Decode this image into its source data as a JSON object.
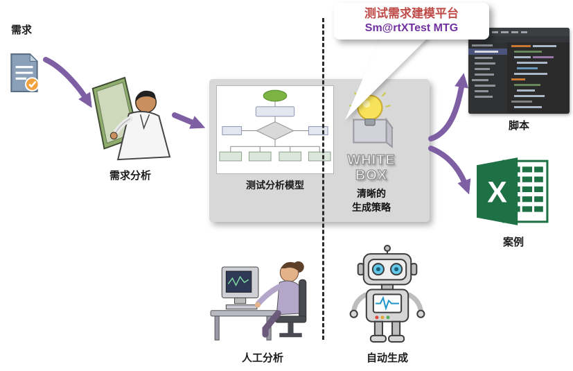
{
  "callout": {
    "title": "测试需求建模平台",
    "subtitle": "Sm@rtXTest MTG"
  },
  "nodes": {
    "requirement_label": "需求",
    "requirement_analysis_label": "需求分析",
    "model_label": "测试分析模型",
    "whitebox_line1": "WHITE",
    "whitebox_line2": "BOX",
    "strategy_line1": "清晰的",
    "strategy_line2": "生成策略",
    "script_label": "脚本",
    "case_label": "案例",
    "manual_label": "人工分析",
    "auto_label": "自动生成"
  },
  "excel": {
    "letter": "X"
  },
  "colors": {
    "arrow_purple": "#7E5FA4",
    "title_red": "#BE4B48",
    "subtitle_purple": "#7030A0",
    "excel_green": "#1E7145",
    "center_box_gray": "#D8D8D8"
  }
}
